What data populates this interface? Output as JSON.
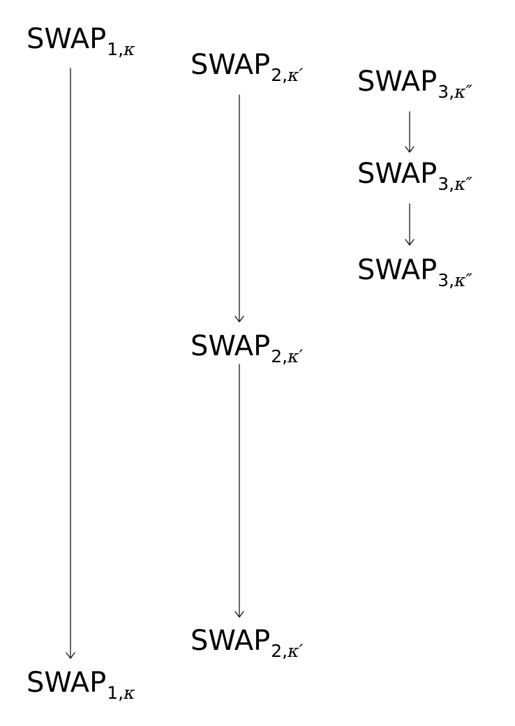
{
  "diagram": {
    "columns": [
      {
        "id": "col1",
        "nodes": [
          {
            "base": "SWAP",
            "index": "1",
            "kappa": "κ"
          },
          {
            "base": "SWAP",
            "index": "1",
            "kappa": "κ"
          }
        ]
      },
      {
        "id": "col2",
        "nodes": [
          {
            "base": "SWAP",
            "index": "2",
            "kappa": "κ′"
          },
          {
            "base": "SWAP",
            "index": "2",
            "kappa": "κ′"
          },
          {
            "base": "SWAP",
            "index": "2",
            "kappa": "κ′"
          }
        ]
      },
      {
        "id": "col3",
        "nodes": [
          {
            "base": "SWAP",
            "index": "3",
            "kappa": "κ″"
          },
          {
            "base": "SWAP",
            "index": "3",
            "kappa": "κ″"
          },
          {
            "base": "SWAP",
            "index": "3",
            "kappa": "κ″"
          }
        ]
      }
    ],
    "edges": [
      {
        "from": "col1.0",
        "to": "col1.1"
      },
      {
        "from": "col2.0",
        "to": "col2.1"
      },
      {
        "from": "col2.1",
        "to": "col2.2"
      },
      {
        "from": "col3.0",
        "to": "col3.1"
      },
      {
        "from": "col3.1",
        "to": "col3.2"
      }
    ],
    "line_color": "#000000"
  }
}
